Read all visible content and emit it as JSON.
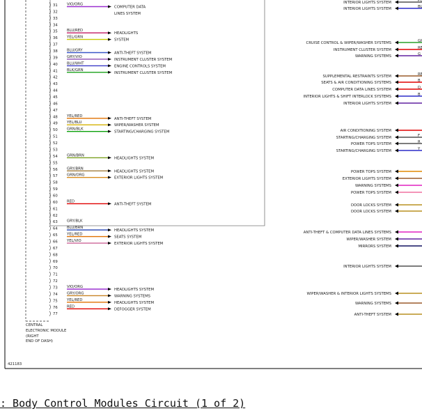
{
  "caption": ": Body Control Modules Circuit (1 of 2)",
  "figure_id": "421183",
  "module_name": [
    "CENTRAL",
    "ELECTRONIC MODULE",
    "(RIGHT",
    "END OF DASH)"
  ],
  "colors": {
    "VIO/ORG": "#9b30d0",
    "BLU/RED": "#c21a60",
    "YEL/GRN": "#c8c800",
    "BLU/GRY": "#3a58c8",
    "GRY/VIO": "#8c4cb0",
    "BLU/WHT": "#3a3ac8",
    "BLK/GRN": "#18a018",
    "YEL/RED": "#e07000",
    "YEL/BLU": "#d4b000",
    "GRN/BLK": "#0aa00a",
    "GRN/BRN": "#7aa020",
    "GRY/BRN": "#a07c3c",
    "GRN/ORG": "#d88c1c",
    "RED": "#e00000",
    "BLU/BRN": "#2040b0",
    "YEL/VIO": "#d070a0",
    "GRY/ORG": "#c88424",
    "green": "#28a028",
    "red": "#e00000",
    "blue": "#2c2cc8",
    "purple": "#6020a0",
    "brown": "#9a5a2a",
    "orange": "#e08800",
    "magenta": "#e020c0",
    "pink": "#f070a0",
    "olive": "#b89020",
    "navy": "#101060",
    "gray": "#505050"
  },
  "left_pins": [
    {
      "pin": "31",
      "wire": "VIO/ORG",
      "label": "COMPUTER DATA",
      "color": "VIO/ORG",
      "arrow": "double"
    },
    {
      "pin": "32",
      "wire": "",
      "label": "LINES SYSTEM",
      "color": "",
      "arrow": "none"
    },
    {
      "pin": "33",
      "wire": "",
      "label": "",
      "color": "",
      "arrow": "none"
    },
    {
      "pin": "34",
      "wire": "",
      "label": "",
      "color": "",
      "arrow": "none"
    },
    {
      "pin": "35",
      "wire": "BLU/RED",
      "label": "HEADLIGHTS",
      "color": "BLU/RED",
      "arrow": "double"
    },
    {
      "pin": "36",
      "wire": "YEL/GRN",
      "label": "SYSTEM",
      "color": "YEL/GRN",
      "arrow": "double"
    },
    {
      "pin": "37",
      "wire": "",
      "label": "",
      "color": "",
      "arrow": "none"
    },
    {
      "pin": "38",
      "wire": "BLU/GRY",
      "label": "ANTI-THEFT SYSTEM",
      "color": "BLU/GRY",
      "arrow": "right"
    },
    {
      "pin": "39",
      "wire": "GRY/VIO",
      "label": "INSTRUMENT CLUSTER SYSTEM",
      "color": "GRY/VIO",
      "arrow": "right"
    },
    {
      "pin": "40",
      "wire": "BLU/WHT",
      "label": "ENGINE CONTROLS SYSTEM",
      "color": "BLU/WHT",
      "arrow": "right"
    },
    {
      "pin": "41",
      "wire": "BLK/GRN",
      "label": "INSTRUMENT CLUSTER SYSTEM",
      "color": "BLK/GRN",
      "arrow": "right"
    },
    {
      "pin": "42",
      "wire": "",
      "label": "",
      "color": "",
      "arrow": "none"
    },
    {
      "pin": "43",
      "wire": "",
      "label": "",
      "color": "",
      "arrow": "none"
    },
    {
      "pin": "44",
      "wire": "",
      "label": "",
      "color": "",
      "arrow": "none"
    },
    {
      "pin": "45",
      "wire": "",
      "label": "",
      "color": "",
      "arrow": "none"
    },
    {
      "pin": "46",
      "wire": "",
      "label": "",
      "color": "",
      "arrow": "none"
    },
    {
      "pin": "47",
      "wire": "",
      "label": "",
      "color": "",
      "arrow": "none"
    },
    {
      "pin": "48",
      "wire": "YEL/RED",
      "label": "ANTI-THEFT SYSTEM",
      "color": "YEL/RED",
      "arrow": "right"
    },
    {
      "pin": "49",
      "wire": "YEL/BLU",
      "label": "WIPER/WASHER SYSTEM",
      "color": "YEL/BLU",
      "arrow": "right"
    },
    {
      "pin": "50",
      "wire": "GRN/BLK",
      "label": "STARTING/CHARGING SYSTEM",
      "color": "GRN/BLK",
      "arrow": "right"
    },
    {
      "pin": "51",
      "wire": "",
      "label": "",
      "color": "",
      "arrow": "none"
    },
    {
      "pin": "52",
      "wire": "",
      "label": "",
      "color": "",
      "arrow": "none"
    },
    {
      "pin": "53",
      "wire": "",
      "label": "",
      "color": "",
      "arrow": "none"
    },
    {
      "pin": "54",
      "wire": "GRN/BRN",
      "label": "HEADLIGHTS SYSTEM",
      "color": "GRN/BRN",
      "arrow": "right"
    },
    {
      "pin": "55",
      "wire": "",
      "label": "",
      "color": "",
      "arrow": "none"
    },
    {
      "pin": "56",
      "wire": "GRY/BRN",
      "label": "HEADLIGHTS SYSTEM",
      "color": "GRY/BRN",
      "arrow": "right"
    },
    {
      "pin": "57",
      "wire": "GRN/ORG",
      "label": "EXTERIOR LIGHTS SYSTEM",
      "color": "GRN/ORG",
      "arrow": "right"
    },
    {
      "pin": "58",
      "wire": "",
      "label": "",
      "color": "",
      "arrow": "none"
    },
    {
      "pin": "59",
      "wire": "",
      "label": "",
      "color": "",
      "arrow": "none"
    },
    {
      "pin": "60",
      "wire": "",
      "label": "",
      "color": "",
      "arrow": "none"
    },
    {
      "pin": "60",
      "wire": "RED",
      "label": "ANTI-THEFT SYSTEM",
      "color": "RED",
      "arrow": "right"
    },
    {
      "pin": "61",
      "wire": "",
      "label": "",
      "color": "",
      "arrow": "none"
    },
    {
      "pin": "62",
      "wire": "",
      "label": "",
      "color": "",
      "arrow": "none"
    },
    {
      "pin": "63",
      "wire": "GRY/BLK",
      "label": "",
      "color": "",
      "arrow": "none"
    },
    {
      "pin": "64",
      "wire": "BLU/BRN",
      "label": "HEADLIGHTS SYSTEM",
      "color": "BLU/BRN",
      "arrow": "right"
    },
    {
      "pin": "65",
      "wire": "YEL/RED",
      "label": "SEATS SYSTEM",
      "color": "YEL/RED",
      "arrow": "right"
    },
    {
      "pin": "66",
      "wire": "YEL/VIO",
      "label": "EXTERIOR LIGHTS SYSTEM",
      "color": "YEL/VIO",
      "arrow": "right"
    },
    {
      "pin": "67",
      "wire": "",
      "label": "",
      "color": "",
      "arrow": "none"
    },
    {
      "pin": "68",
      "wire": "",
      "label": "",
      "color": "",
      "arrow": "none"
    },
    {
      "pin": "69",
      "wire": "",
      "label": "",
      "color": "",
      "arrow": "none"
    },
    {
      "pin": "70",
      "wire": "",
      "label": "",
      "color": "",
      "arrow": "none"
    },
    {
      "pin": "71",
      "wire": "",
      "label": "",
      "color": "",
      "arrow": "none"
    },
    {
      "pin": "72",
      "wire": "",
      "label": "",
      "color": "",
      "arrow": "none"
    },
    {
      "pin": "73",
      "wire": "VIO/ORG",
      "label": "HEADLIGHTS SYSTEM",
      "color": "VIO/ORG",
      "arrow": "right"
    },
    {
      "pin": "74",
      "wire": "GRY/ORG",
      "label": "WARNING SYSTEMS",
      "color": "GRY/ORG",
      "arrow": "right"
    },
    {
      "pin": "75",
      "wire": "YEL/RED",
      "label": "HEADLIGHTS SYSTEM",
      "color": "YEL/RED",
      "arrow": "right"
    },
    {
      "pin": "76",
      "wire": "RED",
      "label": "DEFOGGER SYSTEM",
      "color": "RED",
      "arrow": "right"
    },
    {
      "pin": "77",
      "wire": "",
      "label": "",
      "color": "",
      "arrow": "none"
    }
  ],
  "right_entries": [
    {
      "text": "INTERIOR LIGHTS SYSTEM",
      "color": "gray",
      "code": "PU"
    },
    {
      "text": "INTERIOR LIGHTS SYSTEM",
      "color": "blue",
      "code": "BL"
    },
    {
      "text": "CRUISE CONTROL & WIPER/WASHER SYSTEMS",
      "color": "green",
      "code": "GR"
    },
    {
      "text": "INSTRUMENT CLUSTER SYSTEM",
      "color": "red",
      "code": "RE"
    },
    {
      "text": "WARNING SYSTEMS",
      "color": "purple",
      "code": "G"
    },
    {
      "text": "SUPPLEMENTAL RESTRAINTS SYSTEM",
      "color": "brown",
      "code": "RE"
    },
    {
      "text": "SEATS & AIR CONDITIONING SYSTEMS",
      "color": "red",
      "code": "B"
    },
    {
      "text": "COMPUTER DATA LINES SYSTEM",
      "color": "red",
      "code": "D"
    },
    {
      "text": "INTERIOR LIGHTS & SHIFT INTERLOCK SYSTEMS",
      "color": "blue",
      "code": "B"
    },
    {
      "text": "INTERIOR LIGHTS SYSTEM",
      "color": "purple",
      "code": ""
    },
    {
      "text": "AIR CONDITIONING SYSTEM",
      "color": "red",
      "code": ""
    },
    {
      "text": "STARTING/CHARGING SYSTEM",
      "color": "gray",
      "code": "F"
    },
    {
      "text": "POWER TOPS SYSTEM",
      "color": "gray",
      "code": "R"
    },
    {
      "text": "STARTING/CHARGING SYSTEM",
      "color": "blue",
      "code": "Y"
    },
    {
      "text": "POWER TOPS SYSTEM",
      "color": "orange",
      "code": ""
    },
    {
      "text": "EXTERIOR LIGHTS SYSTEM",
      "color": "brown",
      "code": ""
    },
    {
      "text": "WARNING SYSTEMS",
      "color": "magenta",
      "code": ""
    },
    {
      "text": "POWER TOPS SYSTEM",
      "color": "pink",
      "code": ""
    },
    {
      "text": "DOOR LOCKS SYSTEM",
      "color": "olive",
      "code": ""
    },
    {
      "text": "DOOR LOCKS SYSTEM",
      "color": "olive",
      "code": ""
    },
    {
      "text": "ANTI-THEFT & COMPUTER DATA LINES SYSTEMS",
      "color": "magenta",
      "code": ""
    },
    {
      "text": "WIPER/WASHER SYSTEM",
      "color": "purple",
      "code": ""
    },
    {
      "text": "MIRRORS SYSTEM",
      "color": "navy",
      "code": ""
    },
    {
      "text": "INTERIOR LIGHTS SYSTEM",
      "color": "gray",
      "code": ""
    },
    {
      "text": "WIPER/WASHER & INTERIOR LIGHTS SYSTEMS",
      "color": "olive",
      "code": ""
    },
    {
      "text": "WARNING SYSTEMS",
      "color": "brown",
      "code": ""
    },
    {
      "text": "ANTI-THEFT SYSTEM",
      "color": "olive",
      "code": ""
    }
  ]
}
